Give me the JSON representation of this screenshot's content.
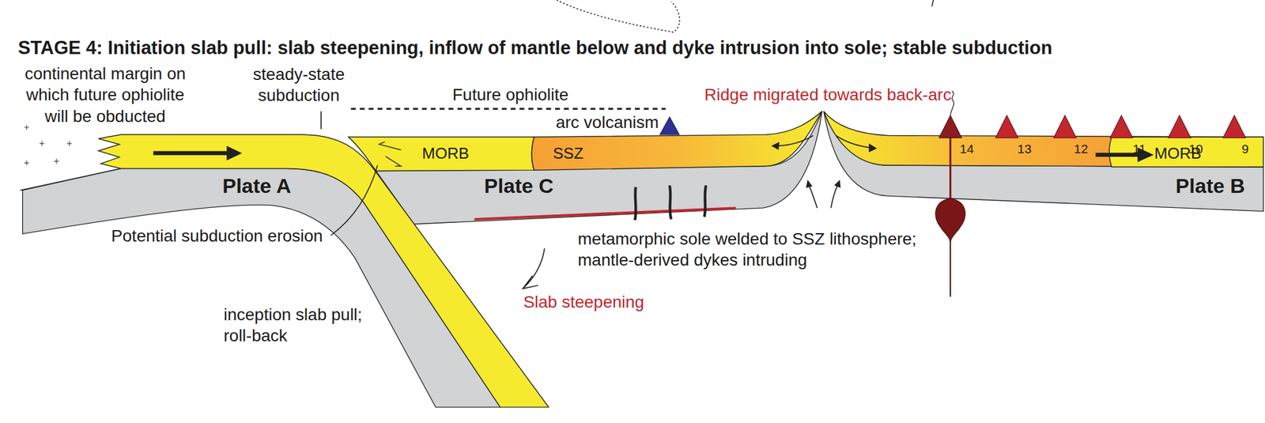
{
  "diagram": {
    "title": "STAGE 4: Initiation slab pull: slab steepening, inflow of mantle below and dyke intrusion into sole; stable subduction",
    "labels": [
      "continental margin on which future ophiolite will be obducted",
      "steady-state subduction",
      "Future ophiolite",
      "Ridge migrated towards back-arc",
      "arc volcanism",
      "14",
      "13",
      "12",
      "11",
      "10",
      "9",
      "MORB",
      "SSZ",
      "MORB",
      "Plate A",
      "Plate C",
      "Plate B",
      "Potential subduction erosion",
      "metamorphic sole welded to SSZ lithosphere; mantle-derived dykes intruding",
      "inception slab pull; roll-back",
      "Slab steepening"
    ]
  }
}
